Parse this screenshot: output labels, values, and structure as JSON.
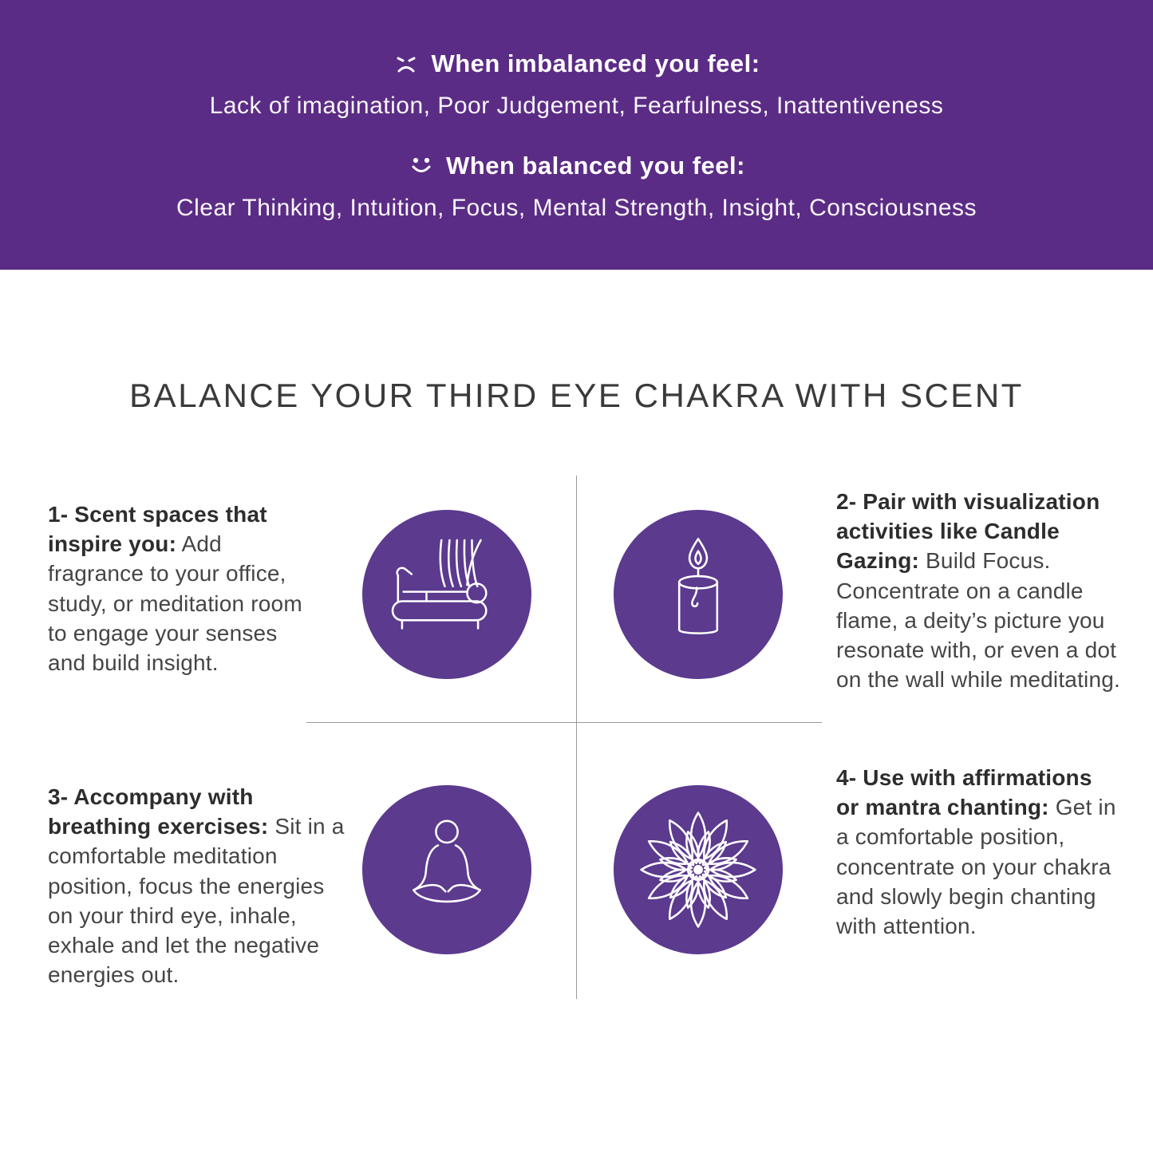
{
  "banner": {
    "imbalanced_heading": "When imbalanced you feel:",
    "imbalanced_text": "Lack of imagination, Poor Judgement, Fearfulness, Inattentiveness",
    "balanced_heading": "When balanced you feel:",
    "balanced_text": "Clear Thinking, Intuition, Focus, Mental Strength, Insight, Consciousness"
  },
  "title": "BALANCE YOUR THIRD EYE CHAKRA WITH SCENT",
  "tips": [
    {
      "lead": "1- Scent spaces that inspire you:",
      "body": "Add fragrance to your office, study, or meditation room to engage your senses and build insight.",
      "icon": "sofa-curtain-icon"
    },
    {
      "lead": "2- Pair with visualization activities like Candle Gazing:",
      "body": "Build Focus. Concentrate on a candle flame, a deity’s picture you resonate with, or even a dot on the wall while meditating.",
      "icon": "candle-icon"
    },
    {
      "lead": "3- Accompany with breathing exercises:",
      "body": "Sit in a comfortable meditation position, focus the energies on your third eye, inhale, exhale and let the negative energies out.",
      "icon": "meditation-pose-icon"
    },
    {
      "lead": "4- Use with affirmations or mantra chanting:",
      "body": "Get in a comfortable position, concentrate on your chakra and slowly begin chanting with attention.",
      "icon": "lotus-mandala-icon"
    }
  ],
  "icons": {
    "imbalanced": "sad-face-icon",
    "balanced": "smile-face-icon"
  },
  "colors": {
    "banner_purple": "#5b2c85",
    "circle_purple": "#5c3a8e",
    "text_dark": "#3a3a3a",
    "white": "#ffffff"
  }
}
